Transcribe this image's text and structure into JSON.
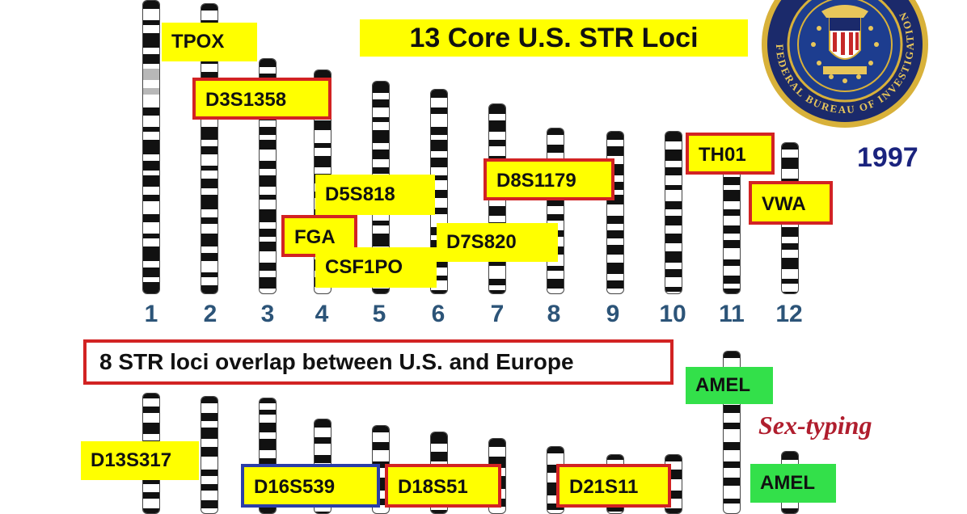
{
  "title": "13 Core U.S. STR Loci",
  "year": "1997",
  "overlap_note": "8 STR loci overlap between U.S. and Europe",
  "sex_typing": "Sex-typing",
  "chromosome_numbers": [
    "1",
    "2",
    "3",
    "4",
    "5",
    "6",
    "7",
    "8",
    "9",
    "10",
    "11",
    "12"
  ],
  "loci": {
    "tpox": "TPOX",
    "d3s1358": "D3S1358",
    "d5s818": "D5S818",
    "fga": "FGA",
    "csf1po": "CSF1PO",
    "d7s820": "D7S820",
    "d8s1179": "D8S1179",
    "th01": "TH01",
    "vwa": "VWA",
    "d13s317": "D13S317",
    "d16s539": "D16S539",
    "d18s51": "D18S51",
    "d21s11": "D21S11",
    "amel_x": "AMEL",
    "amel_y": "AMEL"
  },
  "colors": {
    "locus_fill": "#ffff00",
    "overlap_border": "#d22323",
    "core_only_border": "#2b3ea8",
    "amel_fill": "#33e04a",
    "chromosome_number": "#2c5478",
    "year": "#1a237e",
    "sex_typing": "#b01e2e"
  },
  "seal": {
    "icon": "fbi-seal-icon",
    "ring_text": "FEDERAL BUREAU OF INVESTIGATION"
  }
}
